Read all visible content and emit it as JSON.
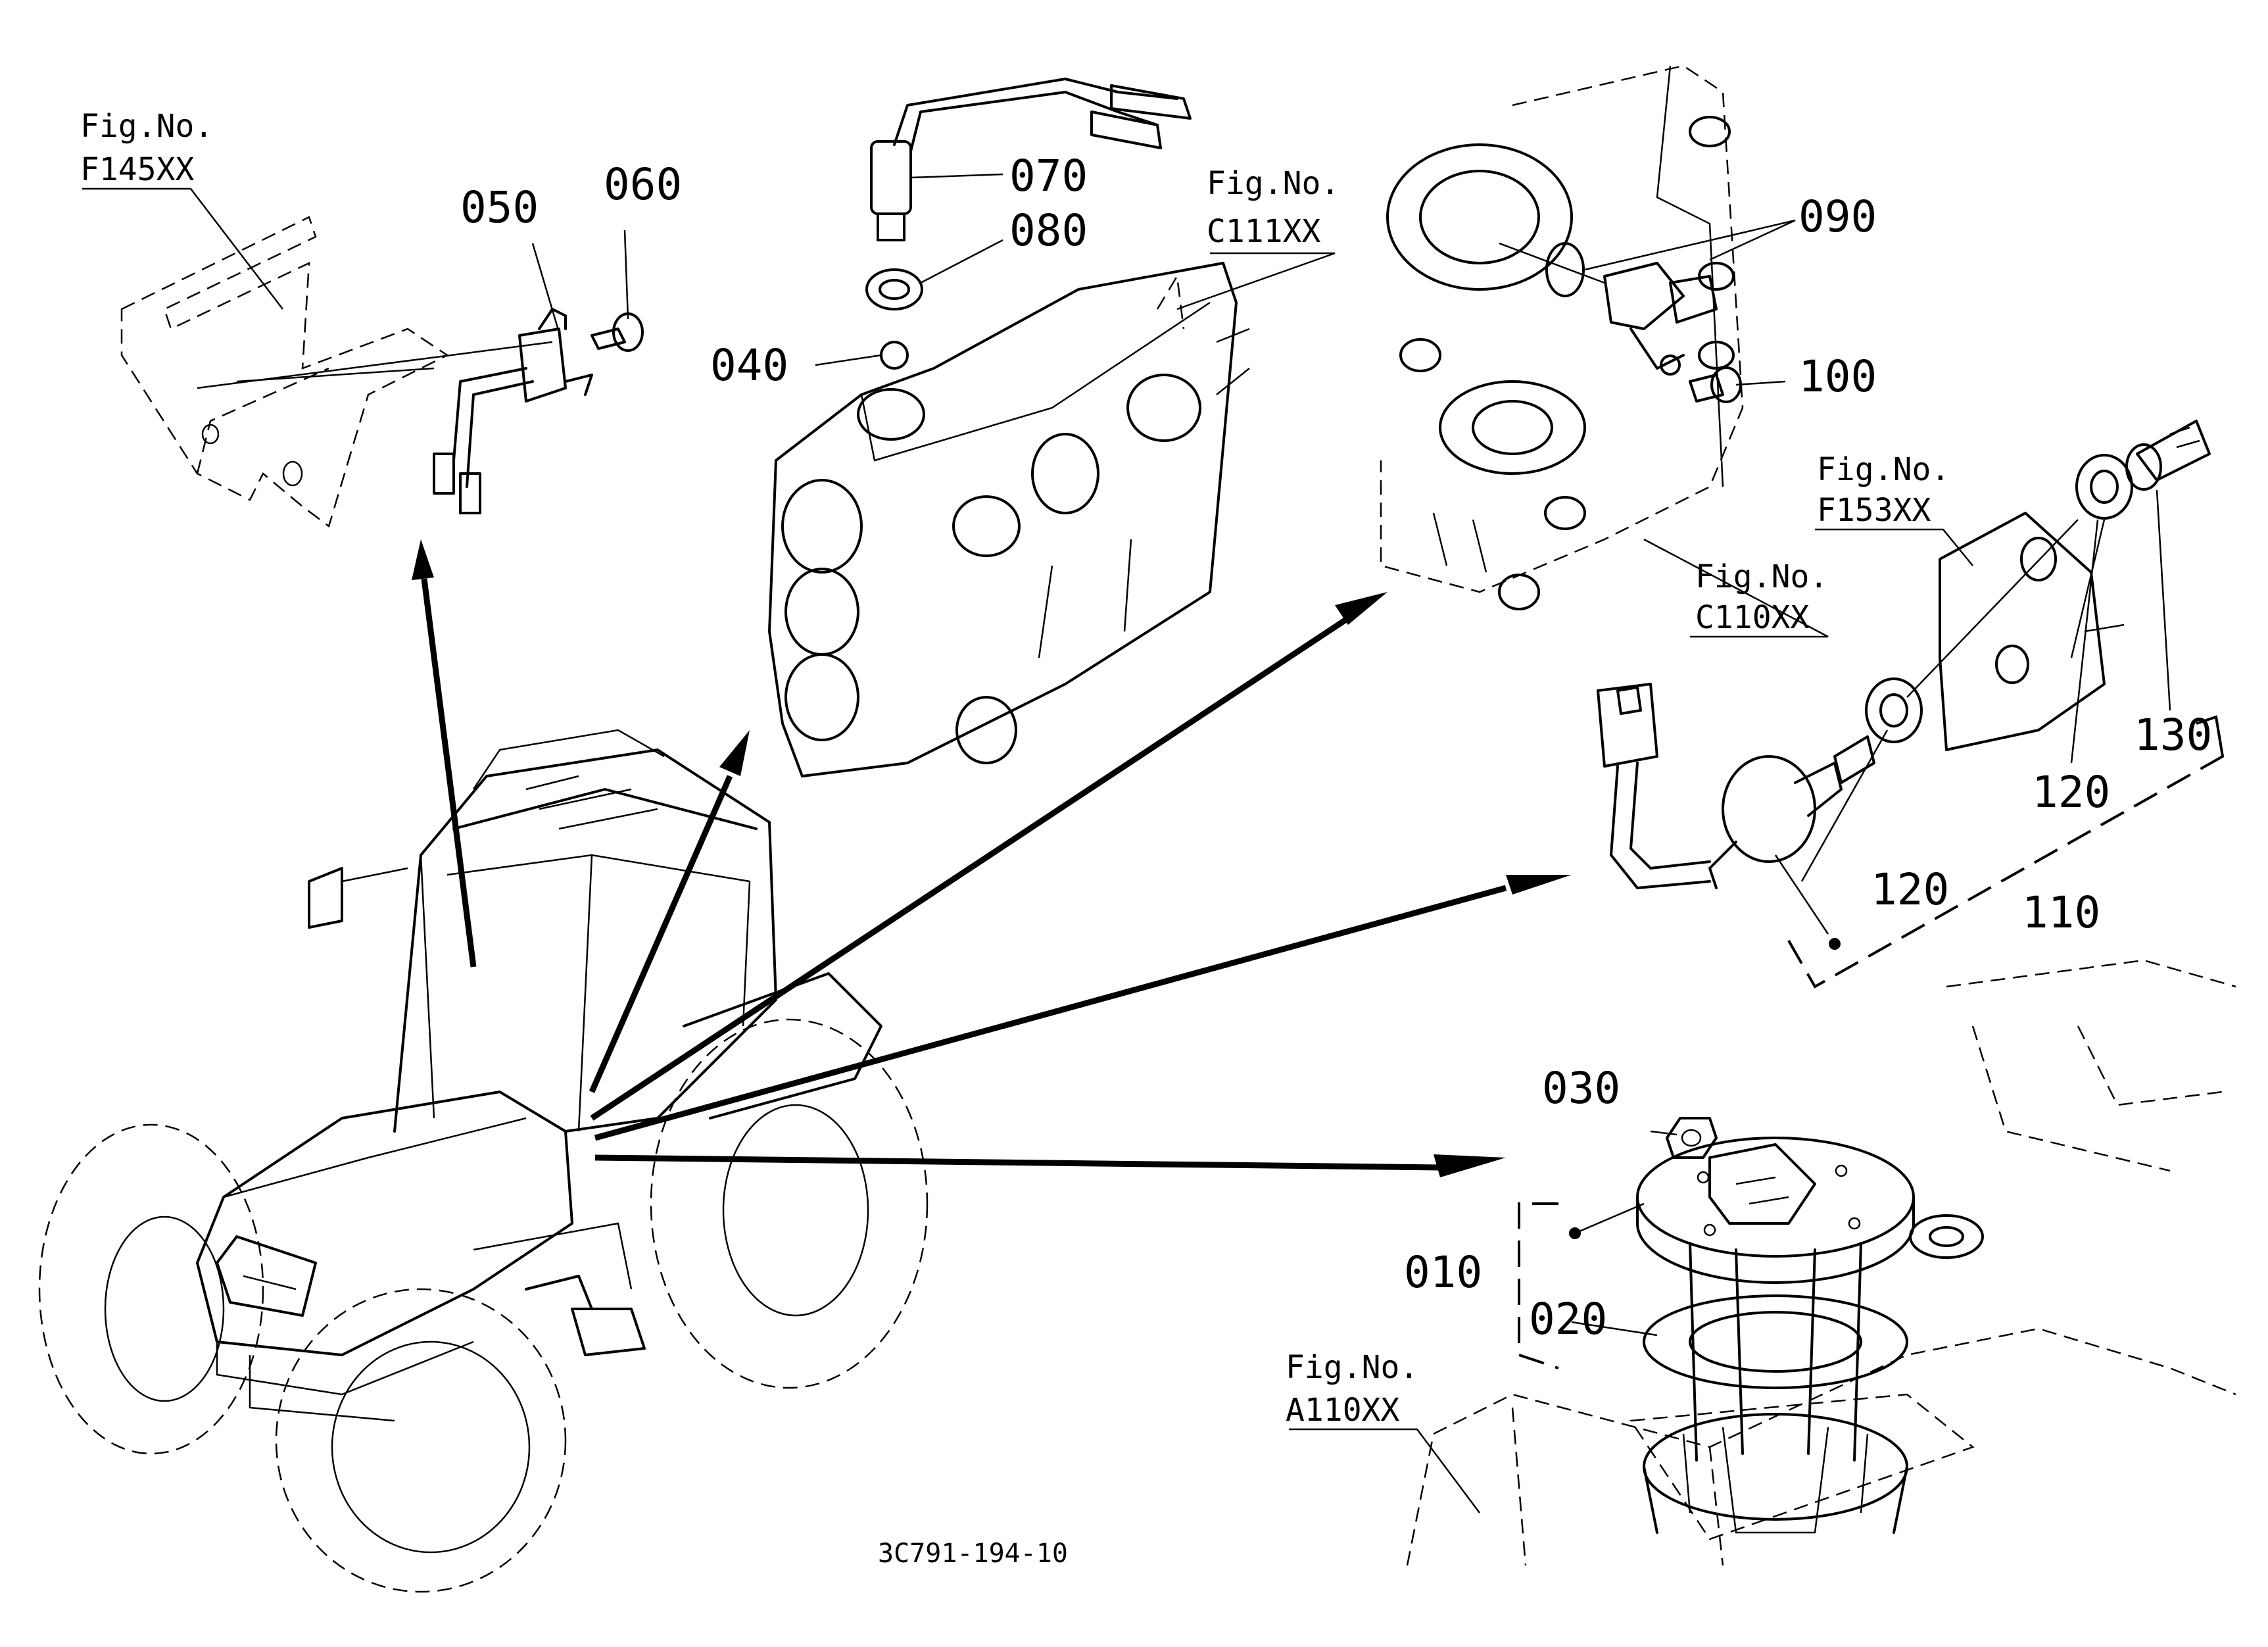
{
  "parts": {
    "p010": "010",
    "p020": "020",
    "p030": "030",
    "p040": "040",
    "p050": "050",
    "p060": "060",
    "p070": "070",
    "p080": "080",
    "p090": "090",
    "p100": "100",
    "p110": "110",
    "p120a": "120",
    "p120b": "120",
    "p130": "130"
  },
  "fig_refs": {
    "fig_no_label": "Fig.No.",
    "f145": "F145XX",
    "c111": "C111XX",
    "c110": "C110XX",
    "f153": "F153XX",
    "a110": "A110XX"
  },
  "drawing_code": "3C791-194-10"
}
